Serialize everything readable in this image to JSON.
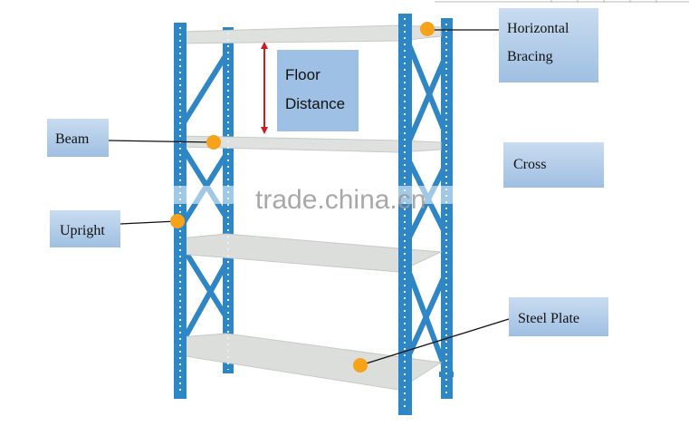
{
  "labels": {
    "horizontal_bracing_line1": "Horizontal",
    "horizontal_bracing_line2": "Bracing",
    "floor_distance_line1": "Floor",
    "floor_distance_line2": "Distance",
    "beam": "Beam",
    "cross": "Cross",
    "upright": "Upright",
    "steel_plate": "Steel Plate"
  },
  "watermark": "trade.china.cn",
  "colors": {
    "frame": "#2f86c4",
    "shelf": "#dfe1de",
    "marker": "#f7a21b",
    "arrow": "#d0191c",
    "label_bg": "#a9c7e7"
  }
}
